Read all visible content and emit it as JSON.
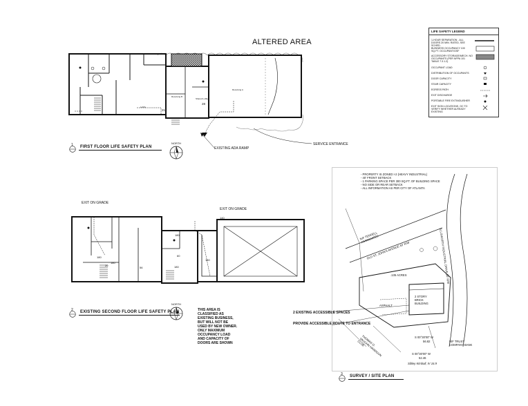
{
  "sheet": {
    "altered_area": "ALTERED AREA"
  },
  "plans": [
    {
      "num": "1",
      "title": "FIRST FLOOR LIFE SAFETY PLAN"
    },
    {
      "num": "2",
      "title": "EXISTING SECOND FLOOR LIFE SAFETY PLAN"
    },
    {
      "num": "3",
      "title": "SURVEY / SITE PLAN"
    }
  ],
  "north_label": "NORTH",
  "first_floor": {
    "ramp": "EXISTING ADA RAMP",
    "service": "SERVICE ENTRANCE",
    "occ_21": "21",
    "occ_28": "28"
  },
  "second_floor": {
    "exit_left": "EXIT ON GRADE",
    "exit_right": "EXIT ON GRADE",
    "d140": "140",
    "d180a": "180",
    "d180b": "180",
    "d180c": "180",
    "d180d": "180",
    "d180e": "180",
    "occ_20": "20",
    "occ_56": "56",
    "occ_60": "60"
  },
  "note_box": "THIS AREA IS CLASSIFIED AS EXISTING BUSINESS, BUT WILL NOT BE USED BY NEW OWNER. ONLY MAXIMUM OCCUPANCY LOAD AND CAPACITY OF DOORS ARE SHOWN",
  "legend": {
    "title": "LIFE SAFETY LEGEND",
    "rows": [
      "1-HOUR SEPARATION - ALL DOORS 20 MIN. RATED, SEE SCHED.",
      "BUSINESS OCCUPANCY 100 SQ.FT. OCCUPANT/GSF",
      "ACCESSORY STORAGE/MECH. NO OCCUPANTS (PER NFPA 101 TABLE 7.3.1.2)",
      "OCCUPANT LOAD",
      "DISTRIBUTION OF OCCUPANTS",
      "DOOR CAPACITY",
      "STAIR CAPACITY",
      "EGRESS PATH",
      "EXIT DISCHARGE",
      "PORTABLE FIRE EXTINGUISHER",
      "EXIT SIGN LOCATIONS, GC TO VERIFY WHETHER ALREADY EXISTING"
    ]
  },
  "site": {
    "notes": [
      "- PROPERTY IS ZONED I-2 (HEAVY INDUSTRIAL)",
      "- 40' FRONT SETBACK",
      "- 1 PARKING SPACE PER 300 SQ.FT. OF BUILDING SPACE",
      "- NO SIDE OR REAR SETBACK",
      "- ALL INFORMATION AS PER CITY OF ATLANTA"
    ],
    "street1": "ELLSWORTH INDUSTRIAL DRIVE 80' R/W",
    "street2": "OLD ST. JOHN'S AVENUE 40' R/W",
    "acres": ".135 ACRES",
    "asphalt": "ASPHALT",
    "building": "2 STORY BRICK BUILDING",
    "spaces": "2 EXISTING ACCESSIBLE SPACES",
    "route": "PROVIDE ACCESSIBLE ROUTE TO ENTRANCE",
    "owner1": "N/F TERRELL ASSOCIATES",
    "owner2": "N/F TRUST COMPANY BANK",
    "owner3": "THOMAS O. VAUGHN HANDGUN CLUB",
    "bearing1": "S 00°30'00\" W",
    "dist1": "56.82",
    "bearing2": "S 00°30'00\" W",
    "dist2": "52.46",
    "signature": "Sibley Kimball, IV",
    "r_sheet": "16.9"
  }
}
